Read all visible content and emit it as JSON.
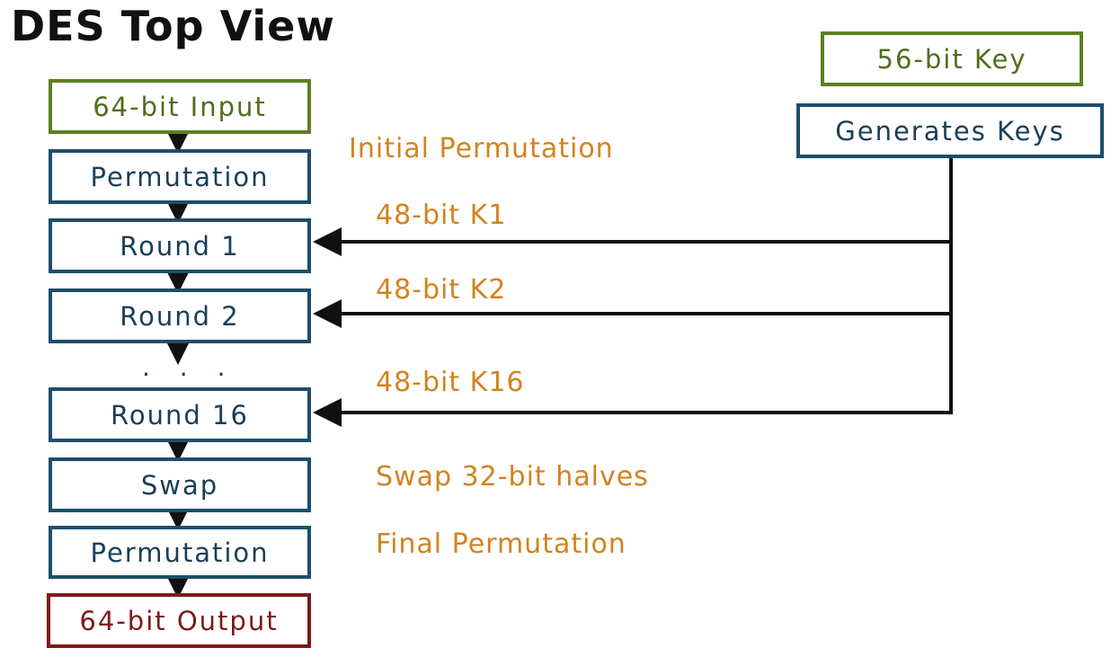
{
  "title": "DES Top View",
  "pipeline": {
    "input": "64-bit Input",
    "initial_permutation": "Permutation",
    "round1": "Round 1",
    "round2": "Round 2",
    "ellipsis": ". . .",
    "round16": "Round 16",
    "swap": "Swap",
    "final_permutation": "Permutation",
    "output": "64-bit Output"
  },
  "key_schedule": {
    "key": "56-bit Key",
    "generator": "Generates Keys"
  },
  "annotations": {
    "initial_permutation": "Initial Permutation",
    "k1": "48-bit K1",
    "k2": "48-bit K2",
    "k16": "48-bit K16",
    "swap": "Swap 32-bit halves",
    "final_permutation": "Final Permutation"
  },
  "colors": {
    "blue_box": "#1d4e6b",
    "green_box": "#5e7f22",
    "red_box": "#7d1a1a",
    "annotation": "#d2831f"
  }
}
